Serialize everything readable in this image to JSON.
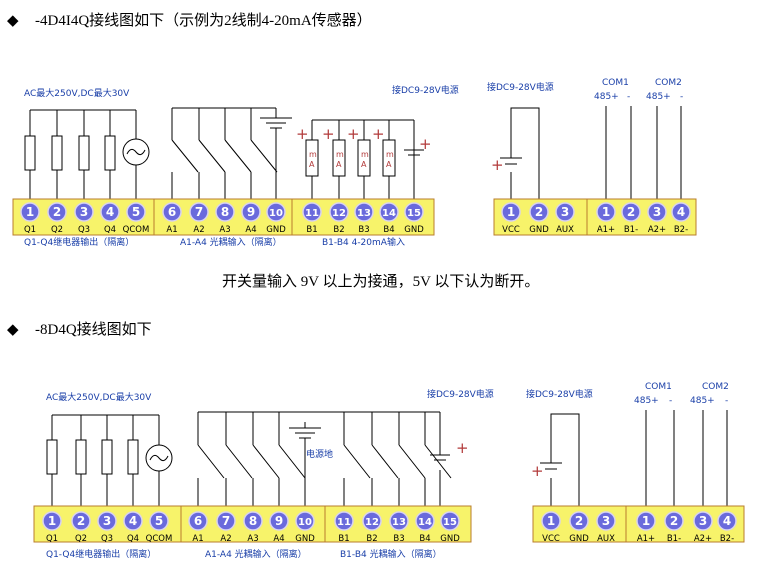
{
  "section1": {
    "bullet": "◆",
    "heading": "-4D4I4Q接线图如下（示例为2线制4-20mA传感器）",
    "ac_label": "AC最大250V,DC最大30V",
    "power_label_a": "接DC9-28V电源",
    "power_label_b": "接DC9-28V电源",
    "com1": "COM1",
    "com2": "COM2",
    "com_top": [
      "485+",
      "-",
      "485+",
      "-"
    ],
    "main_pins": [
      "Q1",
      "Q2",
      "Q3",
      "Q4",
      "QCOM",
      "A1",
      "A2",
      "A3",
      "A4",
      "GND",
      "B1",
      "B2",
      "B3",
      "B4",
      "GND"
    ],
    "main_nums": [
      "1",
      "2",
      "3",
      "4",
      "5",
      "6",
      "7",
      "8",
      "9",
      "10",
      "11",
      "12",
      "13",
      "14",
      "15"
    ],
    "pwr_pins": [
      "VCC",
      "GND",
      "AUX"
    ],
    "pwr_nums": [
      "1",
      "2",
      "3"
    ],
    "com_pins": [
      "A1+",
      "B1-",
      "A2+",
      "B2-"
    ],
    "com_nums": [
      "1",
      "2",
      "3",
      "4"
    ],
    "group_q": "Q1-Q4继电器输出（隔离）",
    "group_a": "A1-A4  光耦输入（隔离）",
    "group_b": "B1-B4  4-20mA输入",
    "sensor_letters": [
      "m",
      "A"
    ],
    "note": "开关量输入 9V 以上为接通，5V 以下认为断开。"
  },
  "section2": {
    "bullet": "◆",
    "heading": "-8D4Q接线图如下",
    "ac_label": "AC最大250V,DC最大30V",
    "power_label_a": "接DC9-28V电源",
    "power_label_b": "接DC9-28V电源",
    "ground_label": "电源地",
    "com1": "COM1",
    "com2": "COM2",
    "com_top": [
      "485+",
      "-",
      "485+",
      "-"
    ],
    "main_pins": [
      "Q1",
      "Q2",
      "Q3",
      "Q4",
      "QCOM",
      "A1",
      "A2",
      "A3",
      "A4",
      "GND",
      "B1",
      "B2",
      "B3",
      "B4",
      "GND"
    ],
    "main_nums": [
      "1",
      "2",
      "3",
      "4",
      "5",
      "6",
      "7",
      "8",
      "9",
      "10",
      "11",
      "12",
      "13",
      "14",
      "15"
    ],
    "pwr_pins": [
      "VCC",
      "GND",
      "AUX"
    ],
    "pwr_nums": [
      "1",
      "2",
      "3"
    ],
    "com_pins": [
      "A1+",
      "B1-",
      "A2+",
      "B2-"
    ],
    "com_nums": [
      "1",
      "2",
      "3",
      "4"
    ],
    "group_q": "Q1-Q4继电器输出（隔离）",
    "group_a": "A1-A4  光耦输入（隔离）",
    "group_b": "B1-B4  光耦输入（隔离）"
  },
  "colors": {
    "terminal_fill": "#f7f36a",
    "terminal_border": "#b87c2e",
    "circle_fill": "#6a6adc",
    "label_blue": "#1a3fa8",
    "plus_red": "#c03030"
  }
}
